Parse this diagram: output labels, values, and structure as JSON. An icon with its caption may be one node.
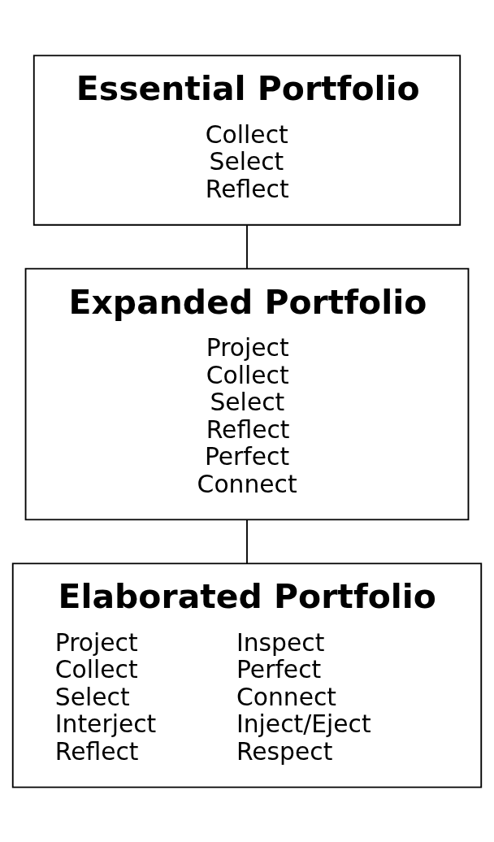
{
  "diagram": {
    "nodes": [
      {
        "text": [
          "Essential Portfolio",
          "Collect",
          "Select",
          "Reflect"
        ]
      },
      {
        "text": [
          "Expanded Portfolio",
          "Project",
          "Collect",
          "Select",
          "Reflect",
          "Perfect",
          "Connect"
        ]
      },
      {
        "text": [
          "Elaborated Portfolio",
          "Project",
          "Collect",
          "Select",
          "Interject",
          "Reflect",
          "Inspect",
          "Perfect",
          "Connect",
          "Inject/Eject",
          "Respect"
        ]
      }
    ],
    "edges": [
      {
        "from": 0,
        "to": 1,
        "arrow": "none"
      },
      {
        "from": 1,
        "to": 2,
        "arrow": "none"
      }
    ]
  }
}
